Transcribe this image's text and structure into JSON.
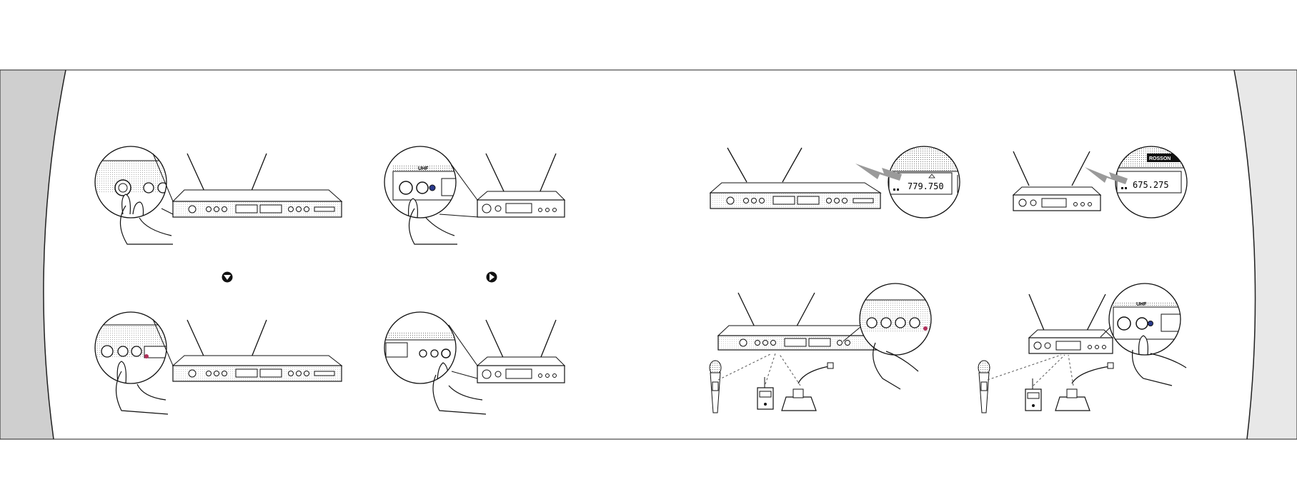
{
  "panels": [
    {
      "id": "step-power-rack",
      "lcd": "",
      "zoom_label": ""
    },
    {
      "id": "step-power-half",
      "lcd": "",
      "zoom_label": "UHF"
    },
    {
      "id": "step-freq-rack",
      "lcd": "779.750",
      "zoom_label": ""
    },
    {
      "id": "step-freq-half",
      "lcd": "675.275",
      "zoom_label": "ROSSON"
    },
    {
      "id": "step-select-rack",
      "lcd": "",
      "zoom_label": ""
    },
    {
      "id": "step-select-half",
      "lcd": "",
      "zoom_label": ""
    },
    {
      "id": "step-sync-rack",
      "lcd": "",
      "zoom_label": ""
    },
    {
      "id": "step-sync-half",
      "lcd": "",
      "zoom_label": "UHF"
    }
  ],
  "arrows": {
    "down": "down-arrow-icon",
    "right": "right-arrow-icon"
  },
  "colors": {
    "background": "#ffffff",
    "gutter": "#cfcfcf",
    "line": "#111111",
    "pointer": "#9a9a9a"
  }
}
